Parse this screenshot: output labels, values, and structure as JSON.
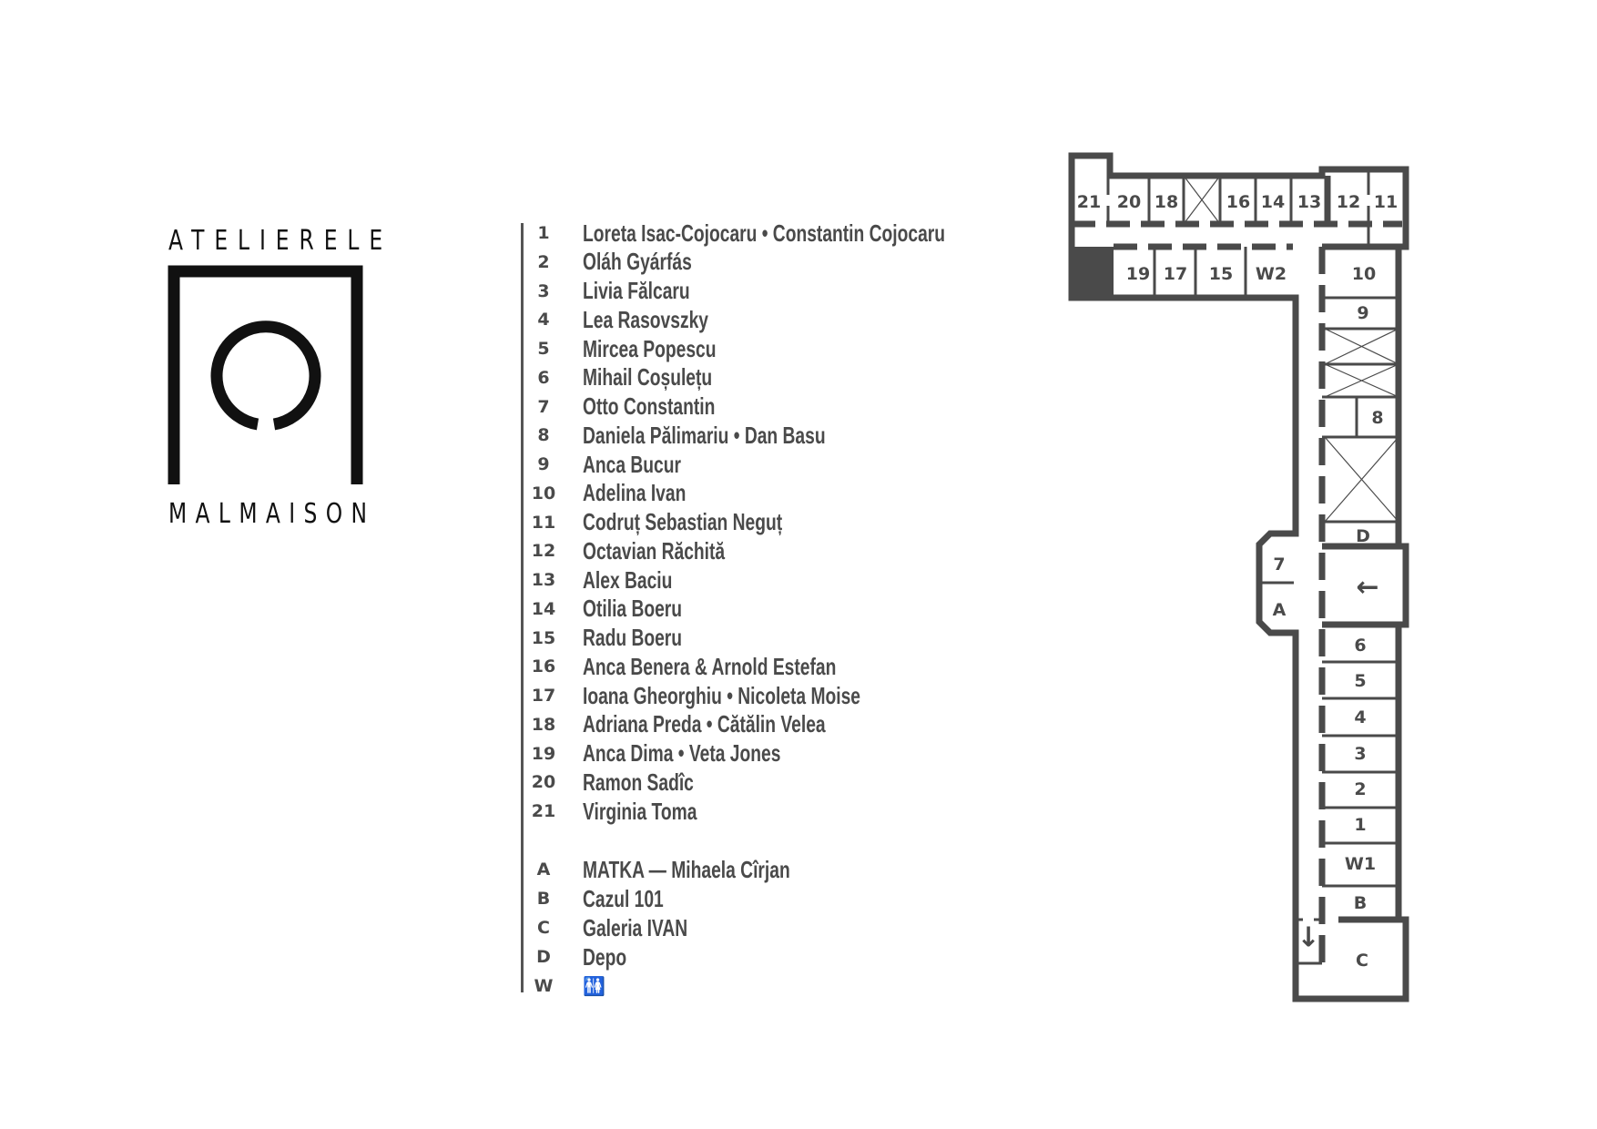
{
  "logo": {
    "top_word": "ATELIERELE",
    "bottom_word": "MALMAISON"
  },
  "legend": {
    "studios": [
      {
        "num": "1",
        "name": "Loreta Isac-Cojocaru • Constantin Cojocaru"
      },
      {
        "num": "2",
        "name": "Oláh Gyárfás"
      },
      {
        "num": "3",
        "name": "Livia Fălcaru"
      },
      {
        "num": "4",
        "name": "Lea Rasovszky"
      },
      {
        "num": "5",
        "name": "Mircea Popescu"
      },
      {
        "num": "6",
        "name": "Mihail Coșulețu"
      },
      {
        "num": "7",
        "name": "Otto Constantin"
      },
      {
        "num": "8",
        "name": "Daniela Pălimariu • Dan Basu"
      },
      {
        "num": "9",
        "name": "Anca Bucur"
      },
      {
        "num": "10",
        "name": "Adelina Ivan"
      },
      {
        "num": "11",
        "name": "Codruț Sebastian Neguț"
      },
      {
        "num": "12",
        "name": "Octavian Răchită"
      },
      {
        "num": "13",
        "name": "Alex Baciu"
      },
      {
        "num": "14",
        "name": "Otilia Boeru"
      },
      {
        "num": "15",
        "name": "Radu Boeru"
      },
      {
        "num": "16",
        "name": "Anca Benera & Arnold Estefan"
      },
      {
        "num": "17",
        "name": "Ioana Gheorghiu • Nicoleta Moise"
      },
      {
        "num": "18",
        "name": "Adriana Preda • Cătălin Velea"
      },
      {
        "num": "19",
        "name": "Anca Dima • Veta Jones"
      },
      {
        "num": "20",
        "name": "Ramon Sadîc"
      },
      {
        "num": "21",
        "name": "Virginia Toma"
      }
    ],
    "spaces": [
      {
        "num": "A",
        "name": "MATKA — Mihaela Cîrjan"
      },
      {
        "num": "B",
        "name": "Cazul 101"
      },
      {
        "num": "C",
        "name": "Galeria IVAN"
      },
      {
        "num": "D",
        "name": "Depo"
      },
      {
        "num": "W",
        "name": "🚻",
        "icon": "restroom-icon"
      }
    ]
  },
  "plan": {
    "color": "#4a4a4a",
    "rooms": {
      "r21": "21",
      "r20": "20",
      "r18": "18",
      "r16": "16",
      "r14": "14",
      "r13": "13",
      "r12": "12",
      "r11": "11",
      "r19": "19",
      "r17": "17",
      "r15": "15",
      "w2": "W2",
      "r10": "10",
      "r9": "9",
      "r8": "8",
      "d": "D",
      "r7": "7",
      "a": "A",
      "r6": "6",
      "r5": "5",
      "r4": "4",
      "r3": "3",
      "r2": "2",
      "r1": "1",
      "w1": "W1",
      "b": "B",
      "c": "C"
    },
    "entrance_arrow": "←",
    "stairs_arrow": "↓"
  }
}
